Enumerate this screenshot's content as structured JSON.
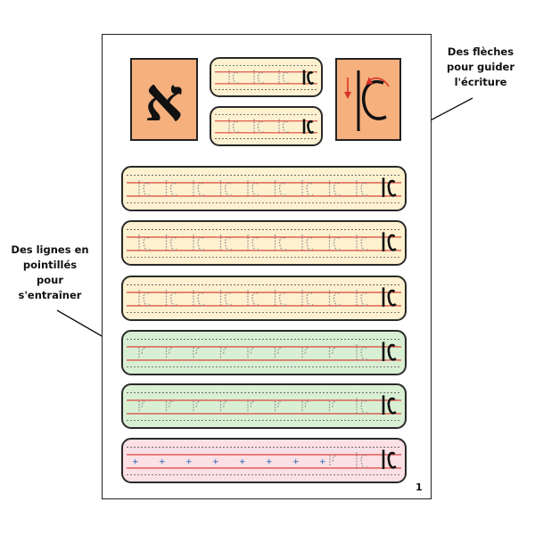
{
  "worksheet": {
    "big_letter": "א",
    "practice_glyph": "lC",
    "page_number": "1",
    "colors": {
      "letter_box": "#f5b07e",
      "yellow_strip": "#fdf1cf",
      "green_strip": "#d9efd3",
      "pink_strip": "#fbe0e6",
      "guide_line": "#d8332a",
      "trace_gray": "#8c8c8c",
      "plus_marker": "#1e5fb4"
    }
  },
  "annotations": {
    "arrows_note": [
      "Des flèches",
      "pour guider",
      "l'écriture"
    ],
    "lines_note": [
      "Des lignes en",
      "pointillés",
      "pour",
      "s'entraîner"
    ]
  }
}
